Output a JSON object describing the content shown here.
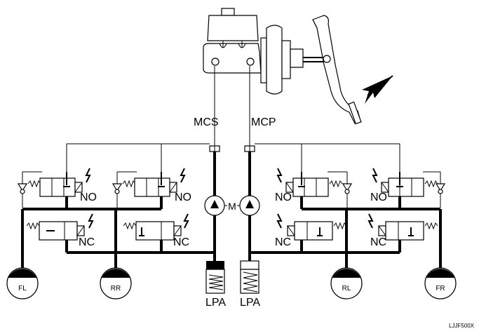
{
  "labels": {
    "mcs": "MCS",
    "mcp": "MCP",
    "motor": "M",
    "no": "NO",
    "nc": "NC",
    "lpa": "LPA",
    "wheel_fl": "FL",
    "wheel_rr": "RR",
    "wheel_rl": "RL",
    "wheel_fr": "FR",
    "figure_code": "LJJF500X"
  },
  "icons": {
    "bolt": "lightning-bolt",
    "check_valve": "check-valve",
    "spring": "spring",
    "arrow": "press-arrow"
  }
}
